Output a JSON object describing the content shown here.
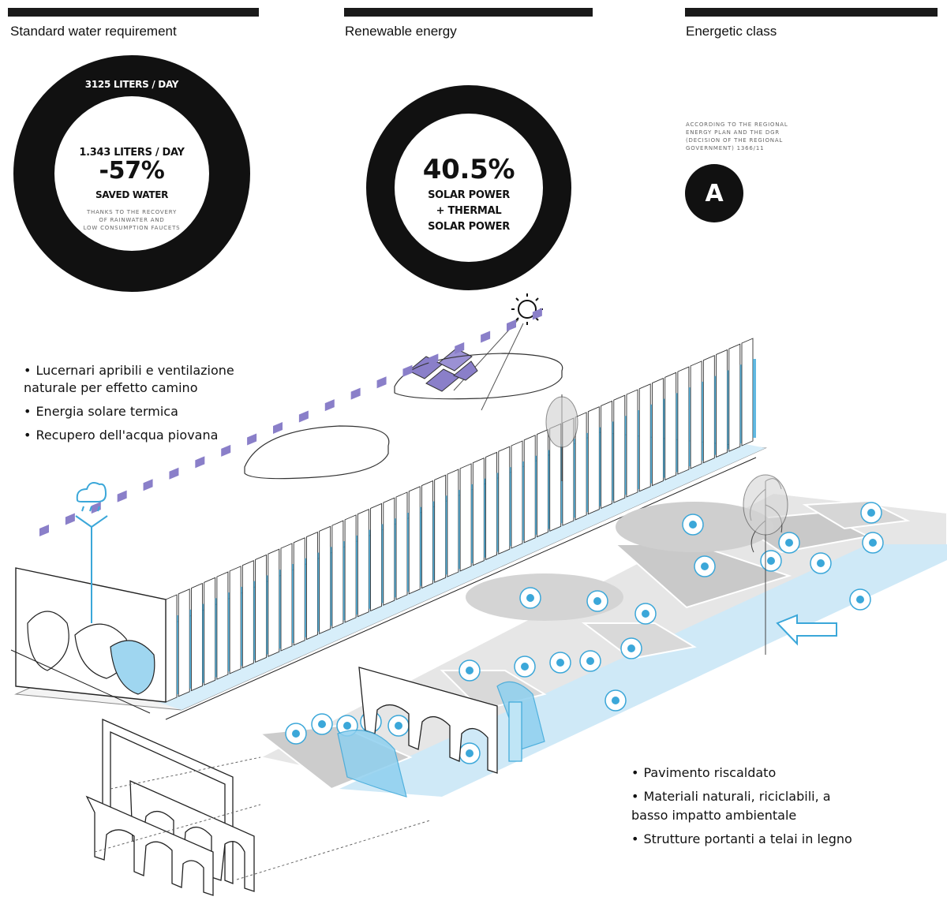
{
  "sections": {
    "water": {
      "heading": "Standard water requirement"
    },
    "energy": {
      "heading": "Renewable energy"
    },
    "class": {
      "heading": "Energetic class"
    }
  },
  "water_ring": {
    "top_label": "3125 LITERS / DAY",
    "sub_value": "1.343 LITERS / DAY",
    "percent": "-57%",
    "caption": "SAVED WATER",
    "note_line1": "THANKS TO THE RECOVERY",
    "note_line2": "OF RAINWATER AND",
    "note_line3": "LOW CONSUMPTION FAUCETS"
  },
  "energy_ring": {
    "percent": "40.5%",
    "line1": "SOLAR POWER",
    "line2": "+ THERMAL",
    "line3": "SOLAR POWER"
  },
  "energy_class": {
    "note_line1": "ACCORDING TO THE REGIONAL",
    "note_line2": "ENERGY PLAN AND THE DGR",
    "note_line3": "(DECISION OF THE REGIONAL",
    "note_line4": "GOVERNMENT) 1366/11",
    "grade": "A"
  },
  "features_top": {
    "item1_line1": "Lucernari apribili e ventilazione",
    "item1_line2": "naturale per effetto camino",
    "item2": "Energia solare termica",
    "item3": "Recupero dell'acqua piovana"
  },
  "features_bottom": {
    "item1": "Pavimento riscaldato",
    "item2_line1": "Materiali naturali, riciclabili, a",
    "item2_line2": "basso impatto ambientale",
    "item3": "Strutture portanti a telai in legno"
  },
  "colors": {
    "dark": "#111111",
    "accent_blue": "#3ba7d9",
    "light_blue": "#cfe9f7",
    "solar_purple": "#8a7fc9",
    "floor_grey": "#cfcfcf"
  }
}
